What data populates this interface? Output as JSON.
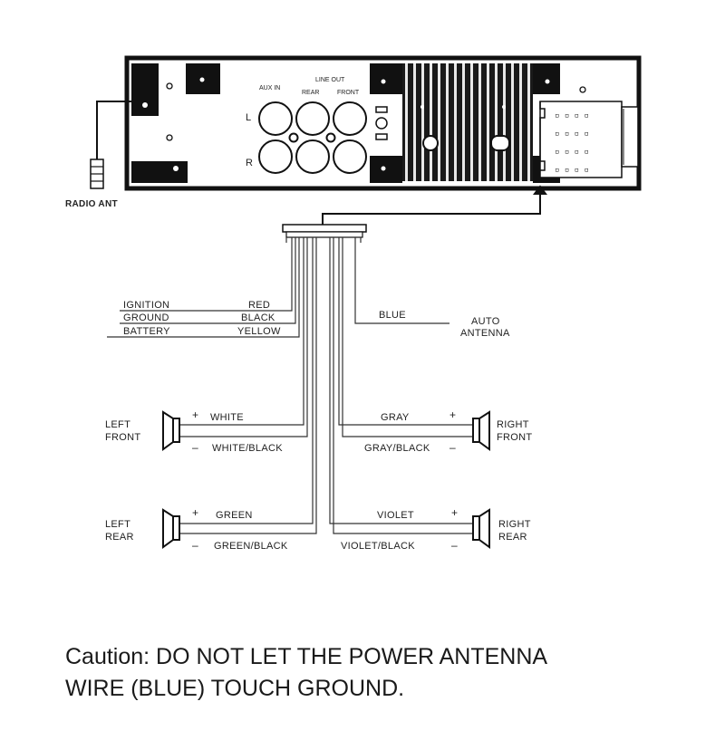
{
  "unit": {
    "aux_in": "AUX IN",
    "line_out": "LINE OUT",
    "rear": "REAR",
    "front": "FRONT",
    "left_channel": "L",
    "right_channel": "R"
  },
  "antenna": {
    "label": "RADIO ANT"
  },
  "power": {
    "ignition": "IGNITION",
    "ground": "GROUND",
    "battery": "BATTERY",
    "red": "RED",
    "black": "BLACK",
    "yellow": "YELLOW"
  },
  "auto_antenna": {
    "wire": "BLUE",
    "label_line1": "AUTO",
    "label_line2": "ANTENNA"
  },
  "speakers": {
    "left_front": {
      "line1": "LEFT",
      "line2": "FRONT",
      "plus_wire": "WHITE",
      "minus_wire": "WHITE/BLACK"
    },
    "right_front": {
      "line1": "RIGHT",
      "line2": "FRONT",
      "plus_wire": "GRAY",
      "minus_wire": "GRAY/BLACK"
    },
    "left_rear": {
      "line1": "LEFT",
      "line2": "REAR",
      "plus_wire": "GREEN",
      "minus_wire": "GREEN/BLACK"
    },
    "right_rear": {
      "line1": "RIGHT",
      "line2": "REAR",
      "plus_wire": "VIOLET",
      "minus_wire": "VIOLET/BLACK"
    },
    "plus_sign": "+",
    "minus_sign": "–"
  },
  "caption": {
    "line1": "Caution: DO NOT LET THE POWER ANTENNA",
    "line2": "WIRE (BLUE) TOUCH GROUND."
  }
}
